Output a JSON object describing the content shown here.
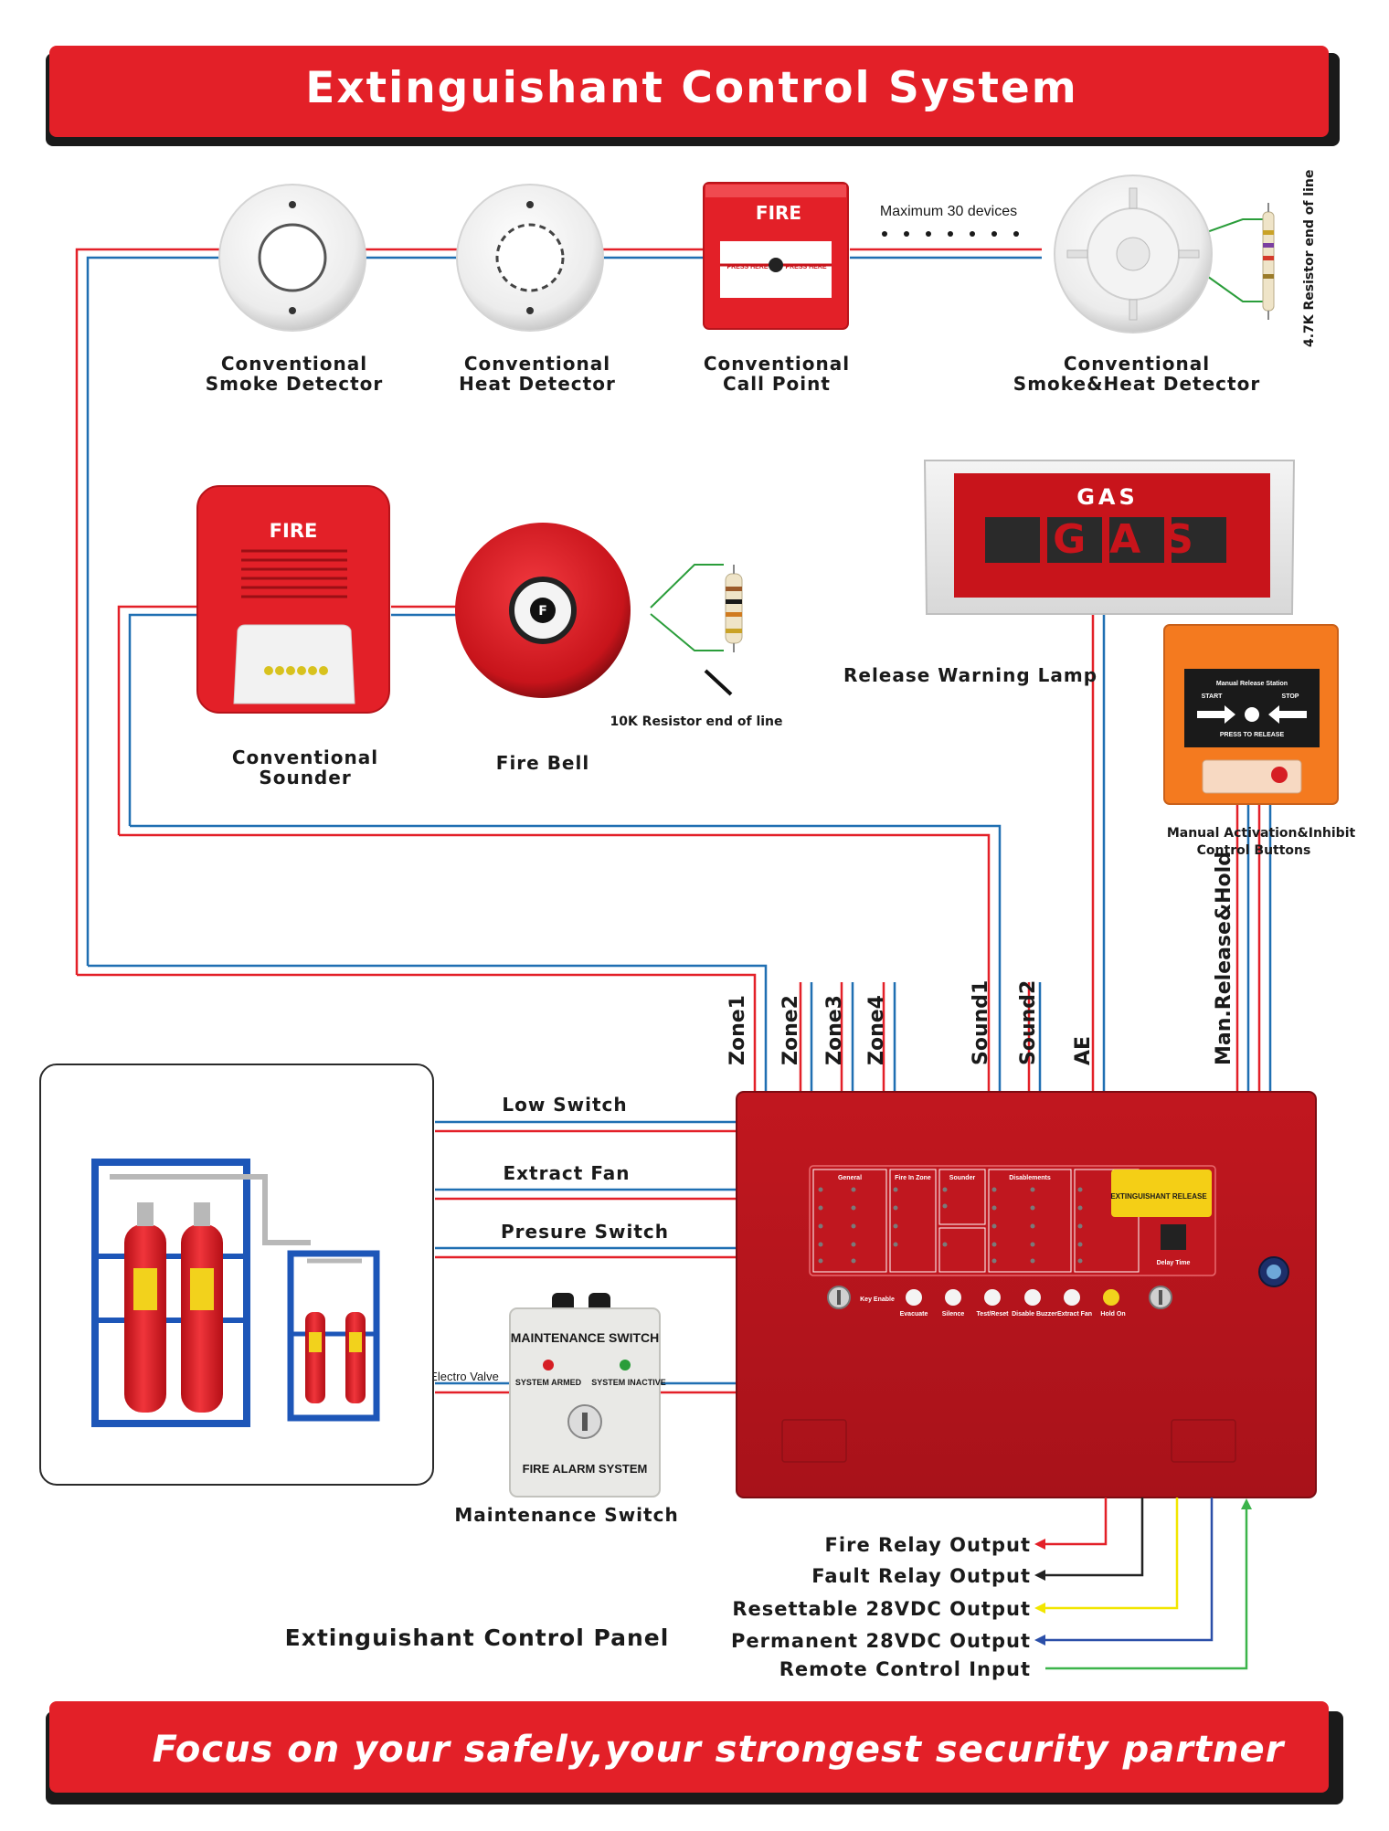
{
  "header": {
    "title": "Extinguishant Control System"
  },
  "footer": {
    "slogan": "Focus on your safely,your strongest security partner"
  },
  "devices": {
    "smoke": {
      "line1": "Conventional",
      "line2": "Smoke Detector"
    },
    "heat": {
      "line1": "Conventional",
      "line2": "Heat Detector"
    },
    "callpoint": {
      "line1": "Conventional",
      "line2": "Call Point",
      "fire_text": "FIRE",
      "press_here": "PRESS HERE"
    },
    "smokeheat": {
      "line1": "Conventional",
      "line2": "Smoke&Heat Detector"
    },
    "max_devices": "Maximum 30 devices",
    "eol_47k": "4.7K Resistor end of line",
    "sounder": {
      "line1": "Conventional",
      "line2": "Sounder",
      "fire_text": "FIRE"
    },
    "bell": {
      "label": "Fire Bell"
    },
    "eol_10k": "10K Resistor end of line",
    "gas_lamp": {
      "label": "Release Warning Lamp",
      "small_text": "GAS",
      "big_text": "GAS"
    },
    "manual_station": {
      "label_line1": "Manual Activation&Inhibit",
      "label_line2": "Control Buttons",
      "title": "Manual Release Station",
      "start": "START",
      "stop": "STOP",
      "press": "PRESS TO RELEASE"
    }
  },
  "terminals": [
    "Zone1",
    "Zone2",
    "Zone3",
    "Zone4",
    "Sound1",
    "Sound2",
    "AE",
    "Man.Release&Hold"
  ],
  "left_lines": {
    "low_switch": "Low Switch",
    "extract_fan": "Extract Fan",
    "pressure_switch": "Presure Switch",
    "electro_valve": "Electro Valve"
  },
  "maintenance": {
    "label": "Maintenance Switch",
    "title": "MAINTENANCE SWITCH",
    "armed": "SYSTEM ARMED",
    "inactive": "SYSTEM INACTIVE",
    "bottom": "FIRE ALARM SYSTEM"
  },
  "panel": {
    "caption": "Extinguishant  Control Panel",
    "release_sticker": "EXTINGUISHANT RELEASE",
    "groups": [
      "General",
      "Fire In Zone",
      "Sounder",
      "Disablements"
    ],
    "buttons": [
      "Evacuate",
      "Silence",
      "Test/Reset",
      "Disable Buzzer",
      "Extract Fan",
      "Hold On"
    ],
    "key_enable": "Key Enable",
    "delay_time": "Delay Time"
  },
  "outputs": [
    {
      "label": "Fire Relay Output",
      "color": "#e32028"
    },
    {
      "label": "Fault Relay Output",
      "color": "#222222"
    },
    {
      "label": "Resettable 28VDC Output",
      "color": "#f2e600"
    },
    {
      "label": "Permanent 28VDC Output",
      "color": "#2b4fa8"
    },
    {
      "label": "Remote Control Input",
      "color": "#3cb44b"
    }
  ],
  "colors": {
    "brand_red": "#e32028",
    "panel_red": "#b3151d",
    "wire_blue": "#1f6fb2"
  }
}
